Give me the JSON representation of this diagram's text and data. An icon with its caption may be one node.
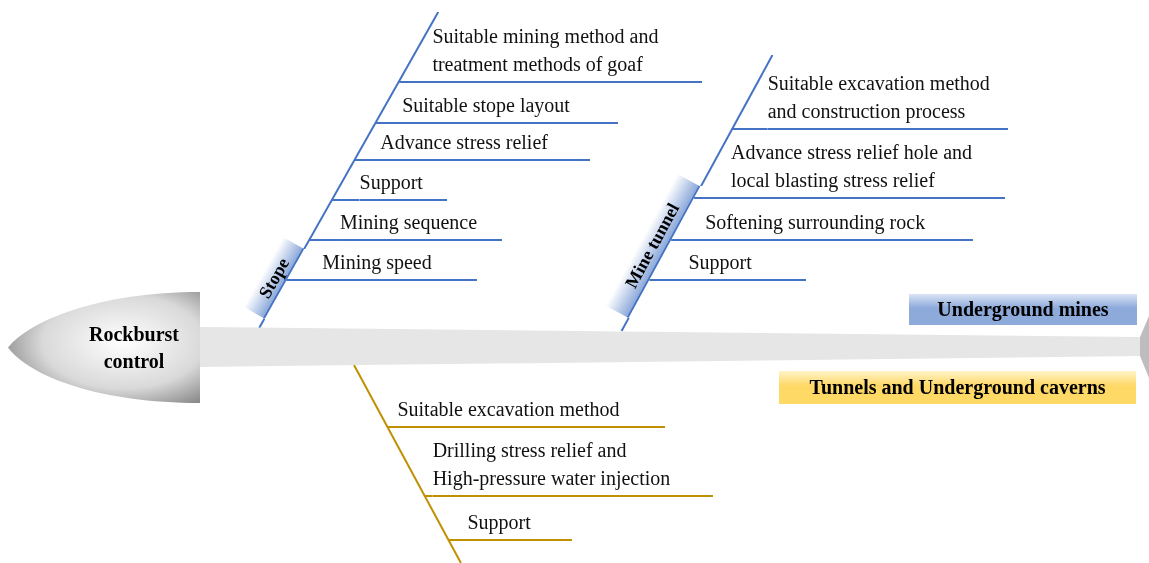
{
  "diagram": {
    "nodes": [
      {
        "text": [
          "Rockburst control"
        ]
      },
      {
        "text": [],
        "shape": "bar"
      },
      {
        "text": [],
        "shape": "line"
      },
      {
        "text": [
          "Stope"
        ]
      },
      {
        "text": [
          "Suitable mining method and treatment methods of goaf"
        ]
      },
      {
        "text": [
          "Suitable stope layout"
        ]
      },
      {
        "text": [
          "Advance stress relief"
        ]
      },
      {
        "text": [
          "Support"
        ]
      },
      {
        "text": [
          "Mining sequence"
        ]
      },
      {
        "text": [
          "Mining speed"
        ]
      },
      {
        "text": [],
        "shape": "line"
      },
      {
        "text": [
          "Mine tunnel"
        ]
      },
      {
        "text": [
          "Suitable excavation method and construction process"
        ]
      },
      {
        "text": [
          "Advance stress relief hole and local blasting stress relief"
        ]
      },
      {
        "text": [
          "Softening surrounding rock"
        ]
      },
      {
        "text": [
          "Support"
        ]
      },
      {
        "text": [
          "Underground mines"
        ]
      },
      {
        "text": [
          "Tunnels and Underground caverns"
        ]
      },
      {
        "text": [],
        "shape": "line"
      },
      {
        "text": [
          "Suitable excavation method"
        ]
      },
      {
        "text": [
          "Drilling stress relief and High-pressure water injection"
        ]
      },
      {
        "text": [
          "Support"
        ]
      }
    ],
    "edges": [
      {
        "from": 4,
        "to": 2,
        "arrow": "none"
      },
      {
        "from": 5,
        "to": 2,
        "arrow": "none"
      },
      {
        "from": 6,
        "to": 2,
        "arrow": "none"
      },
      {
        "from": 7,
        "to": 2,
        "arrow": "none"
      },
      {
        "from": 8,
        "to": 2,
        "arrow": "none"
      },
      {
        "from": 9,
        "to": 3,
        "arrow": "none"
      },
      {
        "from": 3,
        "to": 1,
        "arrow": "none"
      },
      {
        "from": 12,
        "to": 10,
        "arrow": "none"
      },
      {
        "from": 13,
        "to": 11,
        "arrow": "none"
      },
      {
        "from": 14,
        "to": 11,
        "arrow": "none"
      },
      {
        "from": 15,
        "to": 11,
        "arrow": "none"
      },
      {
        "from": 11,
        "to": 1,
        "arrow": "none"
      },
      {
        "from": 19,
        "to": 18,
        "arrow": "none",
        "color": "#bf9000"
      },
      {
        "from": 20,
        "to": 18,
        "arrow": "none",
        "color": "#bf9000"
      },
      {
        "from": 21,
        "to": 18,
        "arrow": "none",
        "color": "#bf9000"
      }
    ]
  }
}
